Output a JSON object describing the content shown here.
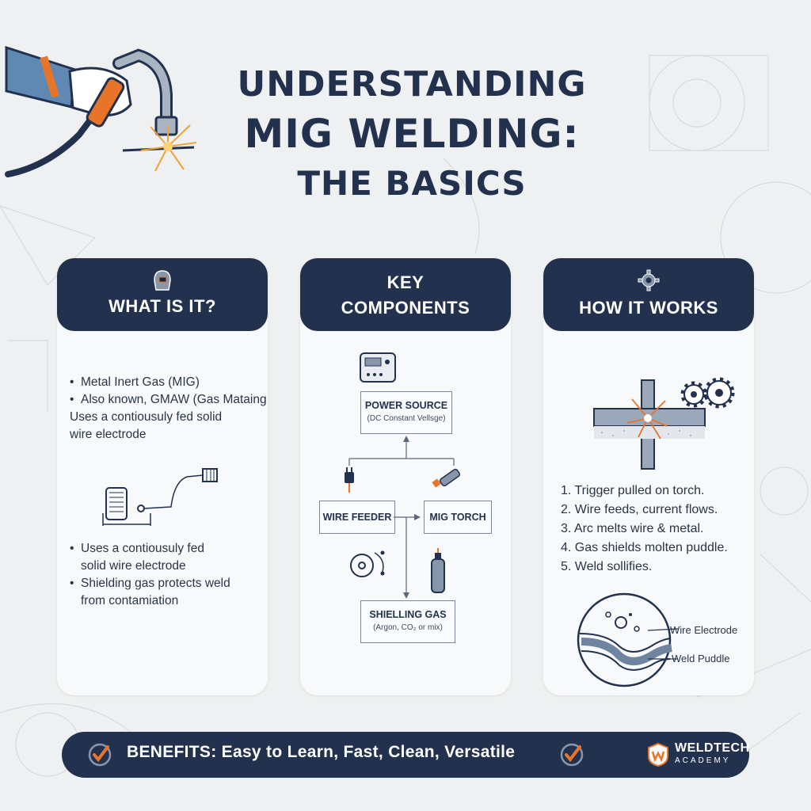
{
  "title": {
    "line1": "UNDERSTANDING",
    "line2": "MIG WELDING:",
    "line3": "THE BASICS"
  },
  "cards": {
    "what": {
      "heading": "WHAT IS IT?",
      "icon": "welding-helmet-icon",
      "bullets_top": [
        "Metal Inert Gas (MIG)",
        "Also known, GMAW (Gas Mataing"
      ],
      "continuation": [
        "Uses a contiousuly fed solid",
        "wire electrode"
      ],
      "bullets_bottom": [
        [
          "Uses a contiousuly fed",
          "solid wire electrode"
        ],
        [
          "Shielding gas protects weld",
          "from contamiation"
        ]
      ]
    },
    "components": {
      "heading_l1": "KEY",
      "heading_l2": "COMPONENTS",
      "power_source": "POWER SOURCE",
      "power_source_sub": "(DC Constant Vellsge)",
      "wire_feeder": "WIRE FEEDER",
      "mig_torch": "MIG TORCH",
      "shielding_gas": "SHIELLING GAS",
      "shielding_gas_sub": "(Argon, CO₂ or mix)"
    },
    "how": {
      "heading": "HOW IT WORKS",
      "icon": "gear-icon",
      "steps": [
        "1. Trigger pulled on torch.",
        "2. Wire feeds, current flows.",
        "3. Arc melts wire & metal.",
        "4. Gas shields molten puddle.",
        "5. Weld sollifies."
      ],
      "label_wire": "Wire Electrode",
      "label_puddle": "Weld Puddle"
    }
  },
  "footer": {
    "benefits": "BENEFITS: Easy to Learn, Fast, Clean, Versatile",
    "brand_name": "WELDTECH",
    "brand_sub": "ACADEMY"
  },
  "colors": {
    "navy": "#22324e",
    "orange": "#e8742a",
    "background": "#eef0f1",
    "card": "#f8f9fa"
  }
}
